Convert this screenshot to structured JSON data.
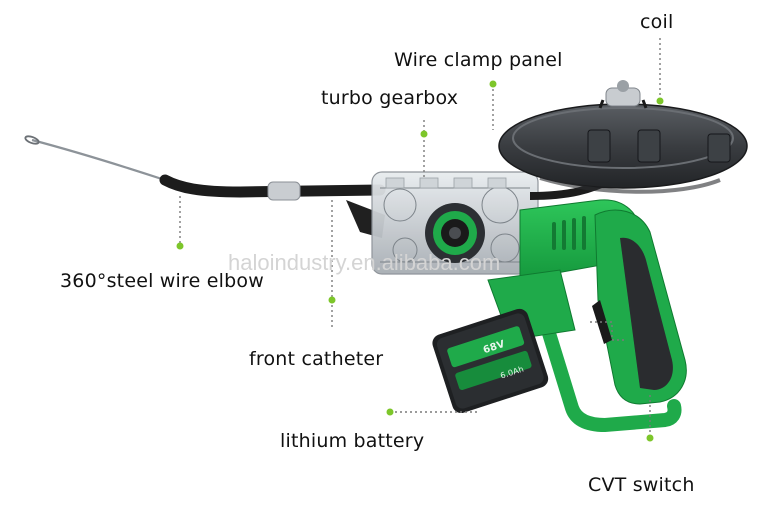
{
  "labels": {
    "coil": "coil",
    "wire_clamp_panel": "Wire clamp panel",
    "turbo_gearbox": "turbo gearbox",
    "steel_wire_elbow": "360°steel wire elbow",
    "front_catheter": "front catheter",
    "lithium_battery": "lithium battery",
    "cvt_switch": "CVT switch"
  },
  "watermark": "haloindustry.en.alibaba.com",
  "battery": {
    "voltage_text": "68V",
    "capacity_text": "6.0Ah"
  },
  "colors": {
    "body_green": "#1faa4a",
    "dark_green": "#137a33",
    "leader_dot": "#7dc62a",
    "leader_line": "#7a7a7a"
  }
}
